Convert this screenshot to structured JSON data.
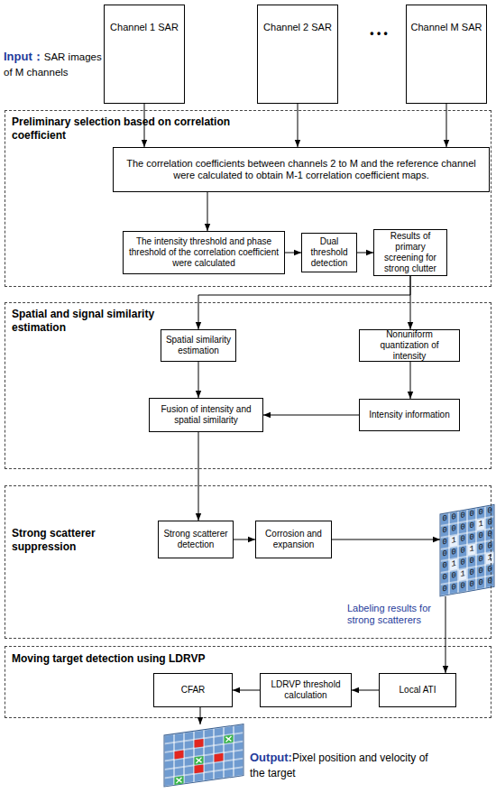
{
  "diagram": {
    "nodes": [
      {
        "text": [
          "Channel 1 SAR"
        ]
      },
      {
        "text": [
          "Channel 2 SAR"
        ]
      },
      {
        "text": [
          "Channel M SAR"
        ]
      },
      {
        "text": [
          "Preliminary selection based on correlation coefficient"
        ]
      },
      {
        "text": [
          "The correlation coefficients between channels 2 to M and the reference channel were calculated to obtain M-1 correlation coefficient maps."
        ],
        "in": 3
      },
      {
        "text": [
          "The intensity threshold and phase threshold of the correlation coefficient were calculated"
        ],
        "in": 3
      },
      {
        "text": [
          "Dual threshold detection"
        ],
        "in": 3
      },
      {
        "text": [
          "Results of primary screening for strong clutter"
        ],
        "in": 3
      },
      {
        "text": [
          "Spatial and signal similarity estimation"
        ]
      },
      {
        "text": [
          "Spatial similarity estimation"
        ],
        "in": 8
      },
      {
        "text": [
          "Nonuniform quantization of intensity"
        ],
        "in": 8
      },
      {
        "text": [
          "Intensity information"
        ],
        "in": 8
      },
      {
        "text": [
          "Fusion of intensity and spatial similarity"
        ],
        "in": 8
      },
      {
        "text": [
          "Strong scatterer suppression"
        ]
      },
      {
        "text": [
          "Strong scatterer detection"
        ],
        "in": 13
      },
      {
        "text": [
          "Corrosion and expansion"
        ],
        "in": 13
      },
      {
        "text": [
          "0 0 0 0 0 0",
          "0 0 0 0 1 0",
          "0 1 0 0 0 0",
          "0 0 0 1 0 0",
          "0 1 0 0 0 1",
          "0 0 1 0 0 0",
          "0 0 0 0 0 0",
          "Labeling results for strong scatterers"
        ],
        "in": 13
      },
      {
        "text": [
          "Moving target detection using LDRVP"
        ]
      },
      {
        "text": [
          "CFAR"
        ],
        "in": 17
      },
      {
        "text": [
          "LDRVP threshold calculation"
        ],
        "in": 17
      },
      {
        "text": [
          "Local ATI"
        ],
        "in": 17
      },
      {
        "text": [
          "Output:",
          "Pixel position and velocity of the target"
        ]
      }
    ],
    "edges": [
      {
        "from": 0,
        "to": 4,
        "arrow": "to"
      },
      {
        "from": 1,
        "to": 4,
        "arrow": "to"
      },
      {
        "from": 2,
        "to": 4,
        "arrow": "to"
      },
      {
        "from": 4,
        "to": 5,
        "arrow": "to"
      },
      {
        "from": 5,
        "to": 6,
        "arrow": "to"
      },
      {
        "from": 6,
        "to": 7,
        "arrow": "to"
      },
      {
        "from": 7,
        "to": 9,
        "arrow": "to"
      },
      {
        "from": 7,
        "to": 10,
        "arrow": "to"
      },
      {
        "from": 9,
        "to": 12,
        "arrow": "to"
      },
      {
        "from": 10,
        "to": 11,
        "arrow": "to"
      },
      {
        "from": 11,
        "to": 12,
        "arrow": "to"
      },
      {
        "from": 12,
        "to": 14,
        "arrow": "to"
      },
      {
        "from": 14,
        "to": 15,
        "arrow": "to"
      },
      {
        "from": 15,
        "to": 16,
        "arrow": "to"
      },
      {
        "from": 16,
        "to": 20,
        "arrow": "to"
      },
      {
        "from": 20,
        "to": 19,
        "arrow": "to"
      },
      {
        "from": 19,
        "to": 18,
        "arrow": "to"
      },
      {
        "from": 18,
        "to": 21,
        "arrow": "to"
      }
    ],
    "labels": [
      "Input：",
      "SAR images of M channels",
      "• • •"
    ]
  }
}
